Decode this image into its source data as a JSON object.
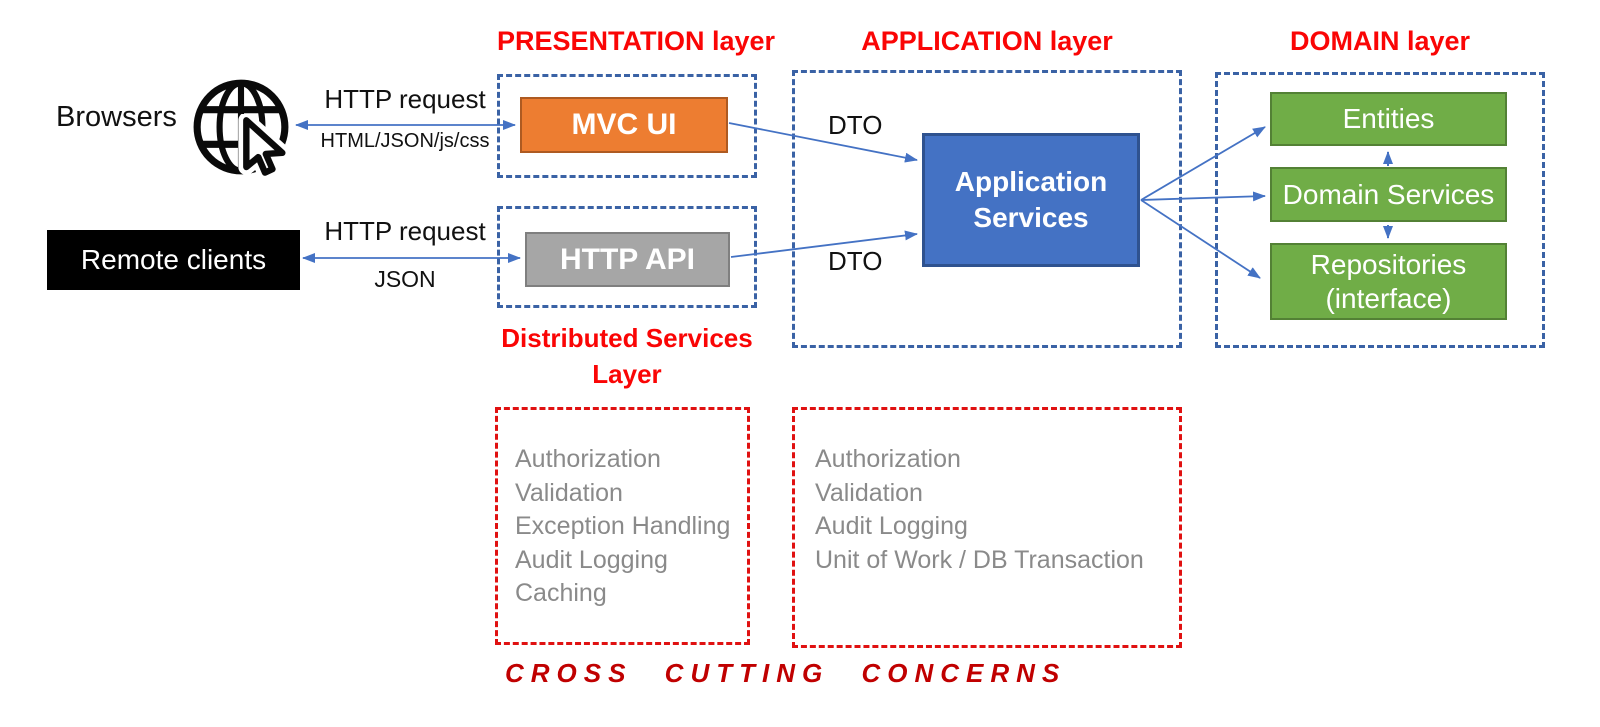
{
  "titles": {
    "presentation": "PRESENTATION layer",
    "application": "APPLICATION layer",
    "domain": "DOMAIN layer",
    "distributed_line1": "Distributed Services",
    "distributed_line2": "Layer",
    "cross_cutting": "CROSS CUTTING CONCERNS"
  },
  "clients": {
    "browsers": "Browsers",
    "remote": "Remote clients"
  },
  "labels": {
    "http_request_top": "HTTP request",
    "http_payload_top": "HTML/JSON/js/css",
    "http_request_bottom": "HTTP request",
    "http_payload_bottom": "JSON",
    "dto_top": "DTO",
    "dto_bottom": "DTO"
  },
  "components": {
    "mvc_ui": "MVC UI",
    "http_api": "HTTP API",
    "application_services": "Application Services",
    "entities": "Entities",
    "domain_services": "Domain Services",
    "repositories": "Repositories (interface)"
  },
  "concerns": {
    "presentation_layer": [
      "Authorization",
      "Validation",
      "Exception Handling",
      "Audit Logging",
      "Caching"
    ],
    "application_layer": [
      "Authorization",
      "Validation",
      "Audit Logging",
      "Unit of Work / DB Transaction"
    ]
  },
  "icons": {
    "globe": "globe-icon",
    "cursor": "cursor-icon"
  },
  "colors": {
    "arrow_blue": "#4472C4",
    "app_box_fill": "#4472C4",
    "app_box_border": "#2F528F",
    "mvc_fill": "#ED7D31",
    "mvc_border": "#AE5A21",
    "api_fill": "#A6A6A6",
    "api_border": "#7F7F7F",
    "green_fill": "#70AD47",
    "green_border": "#538135",
    "dashed_layer_blue": "#3A62A5",
    "dashed_red": "#E01111",
    "title_red": "#FA0505",
    "cross_cutting_red": "#C00000",
    "concern_text_gray": "#8A8A8A"
  }
}
